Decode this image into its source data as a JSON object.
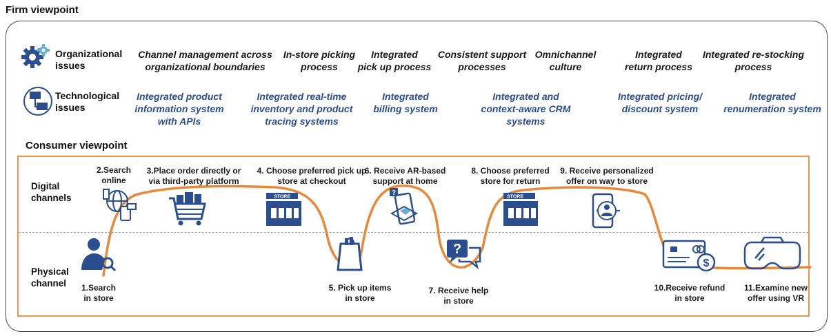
{
  "firm": {
    "title": "Firm viewpoint",
    "org_label_1": "Organizational",
    "org_label_2": "issues",
    "tech_label_1": "Technological",
    "tech_label_2": "issues",
    "org_items": [
      [
        "Channel management across",
        "organizational boundaries"
      ],
      [
        "In-store picking",
        "process"
      ],
      [
        "Integrated",
        "pick up process"
      ],
      [
        "Consistent support",
        "processes"
      ],
      [
        "Omnichannel",
        "culture"
      ],
      [
        "Integrated",
        "return process"
      ],
      [
        "Integrated re-stocking",
        "process"
      ]
    ],
    "tech_items": [
      [
        "Integrated product",
        "information system",
        "with APIs"
      ],
      [
        "Integrated real-time",
        "inventory and product",
        "tracing systems"
      ],
      [
        "Integrated",
        "billing system"
      ],
      [
        "Integrated and",
        "context-aware CRM",
        "systems"
      ],
      [
        "Integrated pricing/",
        "discount system"
      ],
      [
        "Integrated",
        "renumeration system"
      ]
    ]
  },
  "consumer": {
    "title": "Consumer viewpoint",
    "digital_1": "Digital",
    "digital_2": "channels",
    "physical_1": "Physical",
    "physical_2": "channel",
    "steps": [
      [
        "1.Search",
        "in store"
      ],
      [
        "2.Search",
        "online"
      ],
      [
        "3.Place order directly or",
        "via third-party platform"
      ],
      [
        "4.  Choose preferred pick up",
        "store at checkout"
      ],
      [
        "5.  Pick up items",
        "in store"
      ],
      [
        "6.  Receive AR-based",
        "support at home"
      ],
      [
        "7.  Receive help",
        "in store"
      ],
      [
        "8.  Choose preferred",
        "store for return"
      ],
      [
        "9.  Receive personalized",
        "offer on way to store"
      ],
      [
        "10.Receive refund",
        "in store"
      ],
      [
        "11.Examine new",
        "offer using VR"
      ]
    ],
    "store_sign": "STORE",
    "colors": {
      "journey": "#e8893a",
      "icon": "#2b4f8e",
      "divider": "#6aaed6"
    }
  }
}
